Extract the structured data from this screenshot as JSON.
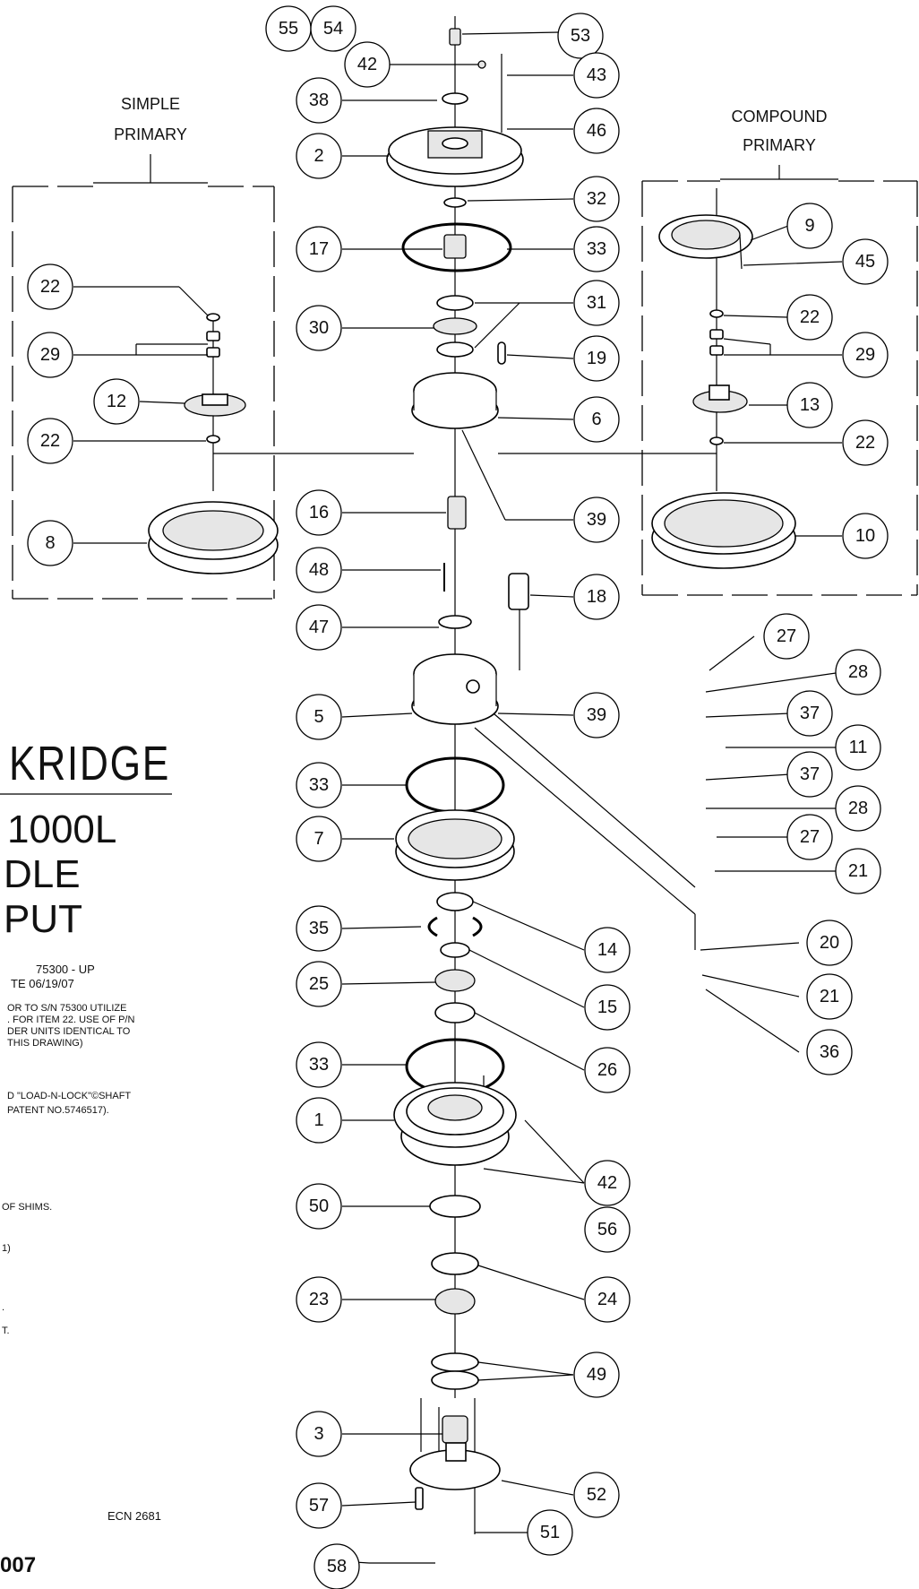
{
  "headers": {
    "simple": [
      "SIMPLE",
      "PRIMARY"
    ],
    "compound": [
      "COMPOUND",
      "PRIMARY"
    ]
  },
  "brand_fragment": "KRIDGE",
  "title_lines": [
    "1000L",
    "DLE",
    "PUT"
  ],
  "serial": "75300 - UP",
  "date": "TE 06/19/07",
  "notes": [
    "OR TO S/N 75300 UTILIZE",
    ". FOR ITEM 22. USE OF P/N",
    "DER UNITS IDENTICAL TO",
    "THIS DRAWING)",
    "D \"LOAD-N-LOCK\"©SHAFT",
    "PATENT NO.5746517).",
    "OF SHIMS.",
    "1)",
    ".",
    "T."
  ],
  "ecn": "ECN 2681",
  "footer_fragment": "007",
  "callouts": [
    {
      "n": "55"
    },
    {
      "n": "54"
    },
    {
      "n": "53"
    },
    {
      "n": "42"
    },
    {
      "n": "43"
    },
    {
      "n": "38"
    },
    {
      "n": "46"
    },
    {
      "n": "2"
    },
    {
      "n": "32"
    },
    {
      "n": "17"
    },
    {
      "n": "33"
    },
    {
      "n": "31"
    },
    {
      "n": "30"
    },
    {
      "n": "19"
    },
    {
      "n": "6"
    },
    {
      "n": "22"
    },
    {
      "n": "29"
    },
    {
      "n": "12"
    },
    {
      "n": "22"
    },
    {
      "n": "8"
    },
    {
      "n": "9"
    },
    {
      "n": "45"
    },
    {
      "n": "22"
    },
    {
      "n": "29"
    },
    {
      "n": "13"
    },
    {
      "n": "22"
    },
    {
      "n": "10"
    },
    {
      "n": "16"
    },
    {
      "n": "39"
    },
    {
      "n": "48"
    },
    {
      "n": "18"
    },
    {
      "n": "47"
    },
    {
      "n": "5"
    },
    {
      "n": "39"
    },
    {
      "n": "27"
    },
    {
      "n": "28"
    },
    {
      "n": "37"
    },
    {
      "n": "11"
    },
    {
      "n": "37"
    },
    {
      "n": "28"
    },
    {
      "n": "27"
    },
    {
      "n": "21"
    },
    {
      "n": "33"
    },
    {
      "n": "7"
    },
    {
      "n": "35"
    },
    {
      "n": "14"
    },
    {
      "n": "25"
    },
    {
      "n": "15"
    },
    {
      "n": "20"
    },
    {
      "n": "21"
    },
    {
      "n": "36"
    },
    {
      "n": "26"
    },
    {
      "n": "33"
    },
    {
      "n": "1"
    },
    {
      "n": "42"
    },
    {
      "n": "56"
    },
    {
      "n": "50"
    },
    {
      "n": "24"
    },
    {
      "n": "23"
    },
    {
      "n": "49"
    },
    {
      "n": "3"
    },
    {
      "n": "52"
    },
    {
      "n": "57"
    },
    {
      "n": "51"
    },
    {
      "n": "58"
    }
  ]
}
